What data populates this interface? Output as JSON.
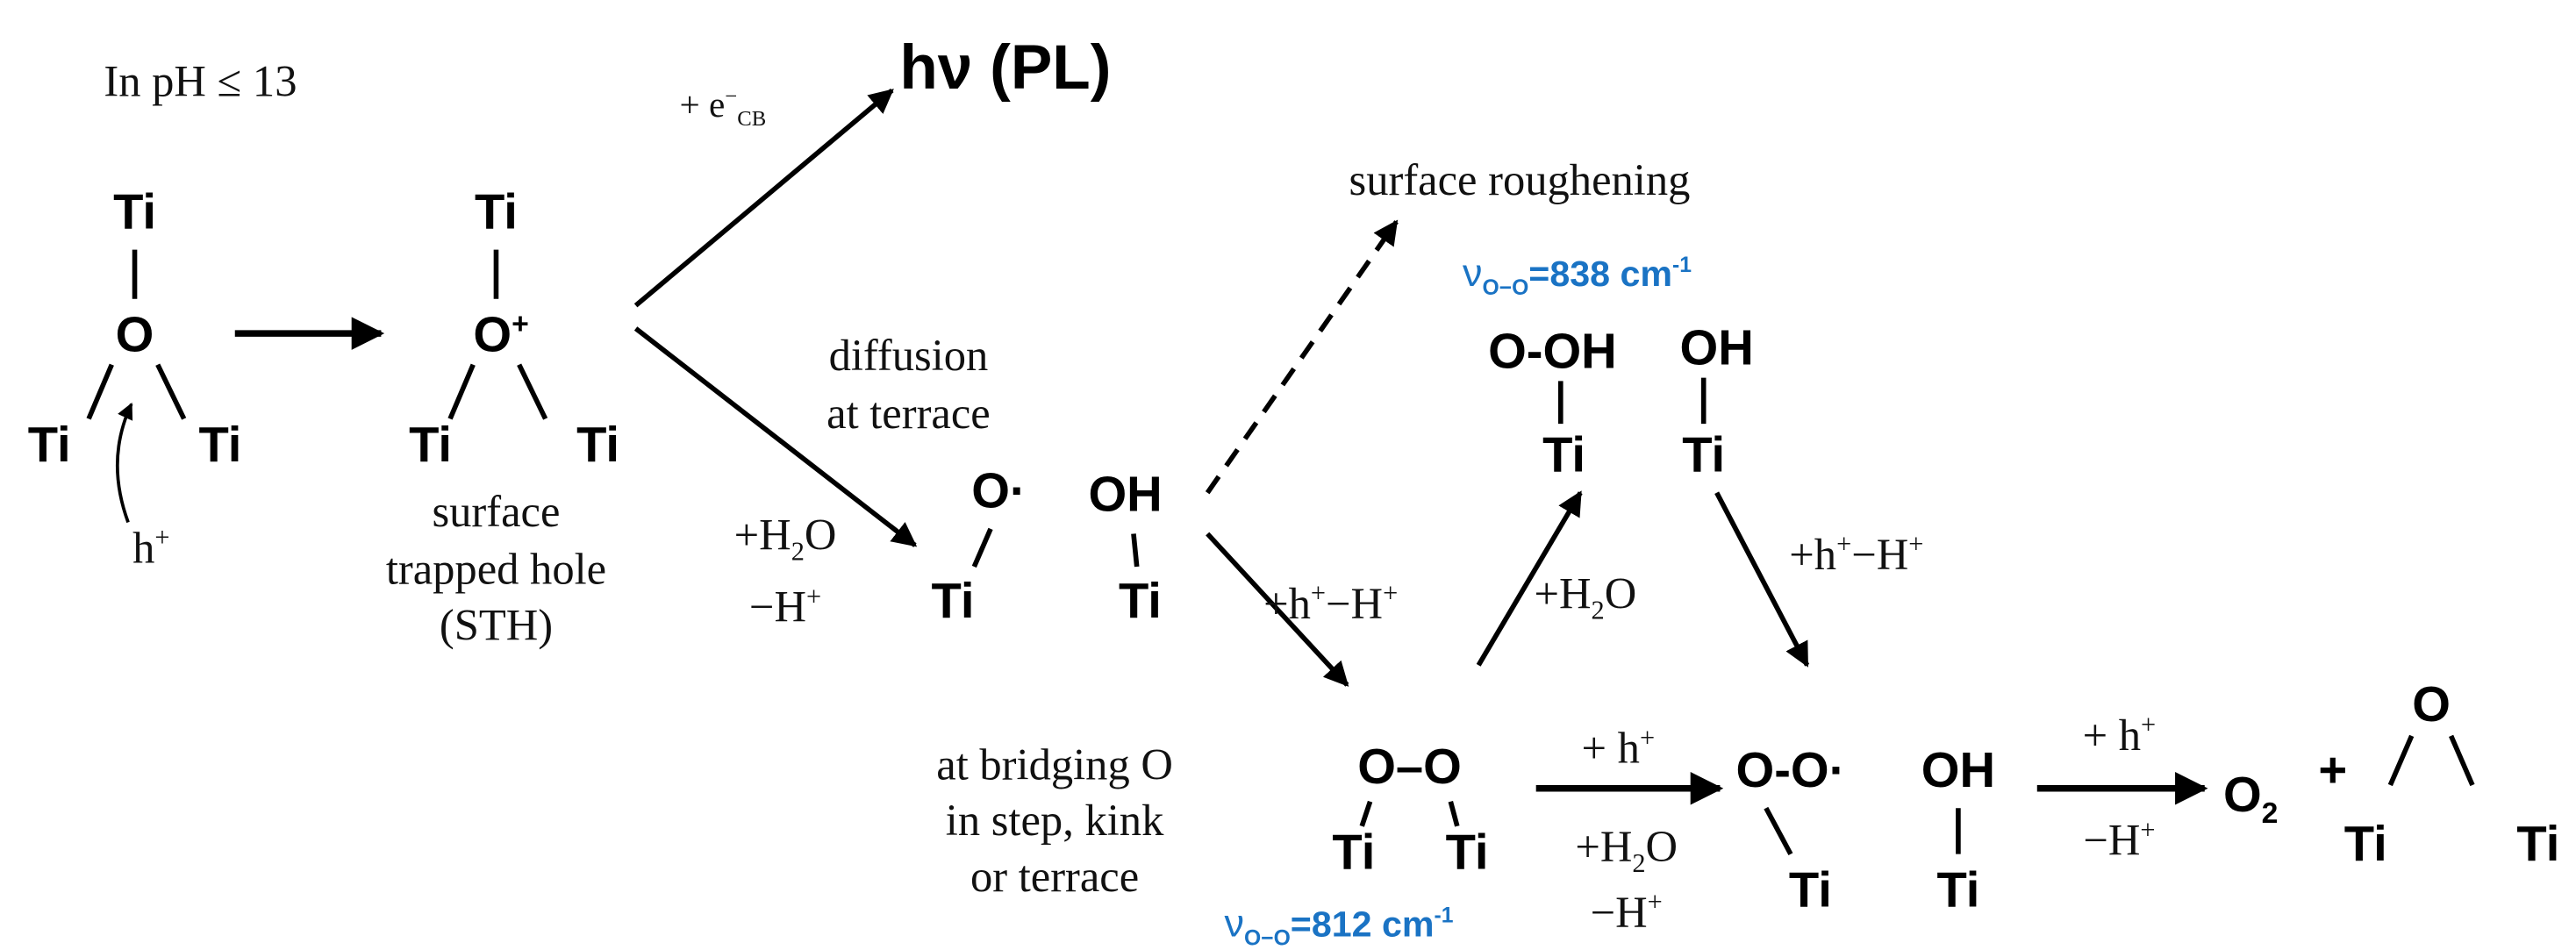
{
  "condition": "In pH ≤ 13",
  "pl_branch": {
    "reagent_plus": "+ e",
    "reagent_sup": "−",
    "reagent_sub": "CB",
    "product": "hν (PL)"
  },
  "atoms": {
    "ti": "Ti",
    "o": "O",
    "o_plus": "O",
    "plus_sup": "+",
    "o_radical": "O·",
    "oh": "OH",
    "o_oh": "O-OH",
    "o_o": "O–O",
    "o_o_radical": "O-O·",
    "o2": "O",
    "o2_sub": "2",
    "plus": "+"
  },
  "labels": {
    "hole": "h",
    "hole_sup": "+",
    "sth": [
      "surface",
      "trapped hole",
      "(STH)"
    ],
    "diffusion": [
      "diffusion",
      "at terrace"
    ],
    "roughening": "surface roughening",
    "bridging": [
      "at bridging O",
      "in step, kink",
      "or terrace"
    ]
  },
  "conditions": {
    "h2o_plus": "+H",
    "h2o_sub": "2",
    "h2o_o": "O",
    "minus_h": "−H",
    "h_sup": "+",
    "h_minus_h": "+h",
    "minus_h2": "−H",
    "plus_h": "+ h"
  },
  "frequencies": [
    {
      "symbol": "ν",
      "sub": "O−O",
      "value": "=838 cm",
      "unit_sup": "-1"
    },
    {
      "symbol": "ν",
      "sub": "O−O",
      "value": "=812 cm",
      "unit_sup": "-1"
    }
  ],
  "colors": {
    "accent": "#1a73c4",
    "ink": "#000000"
  }
}
